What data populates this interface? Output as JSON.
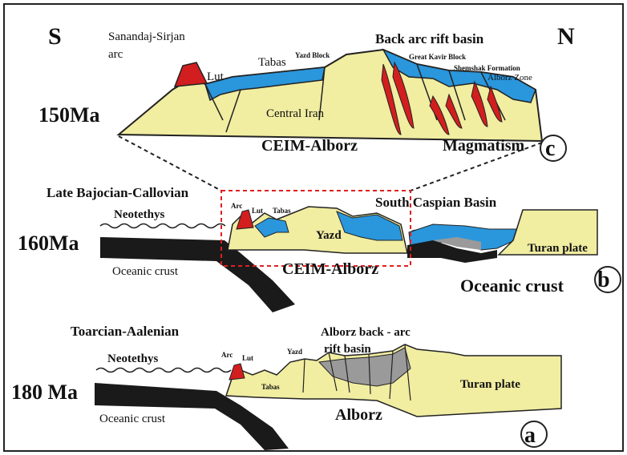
{
  "compass": {
    "south": "S",
    "north": "N"
  },
  "panel_c": {
    "age": "150Ma",
    "letter": "c",
    "labels": {
      "arc": "Sanandaj-Sirjan arc",
      "arc_line1": "Sanandaj-Sirjan",
      "arc_line2": "arc",
      "lut": "Lut",
      "tabas": "Tabas",
      "yazd": "Yazd Block",
      "back_arc": "Back arc rift basin",
      "great_kavir": "Great Kavir Block",
      "shemshak": "Shemshak Formation",
      "alborz_zone": "Alborz Zone",
      "central_iran": "Central Iran",
      "ceim": "CEIM-Alborz",
      "magmatism": "Magmatism"
    }
  },
  "panel_b": {
    "age": "160Ma",
    "letter": "b",
    "labels": {
      "period": "Late Bajocian-Callovian",
      "neotethys": "Neotethys",
      "arc": "Arc",
      "lut": "Lut",
      "tabas": "Tabas",
      "yazd": "Yazd",
      "south_caspian": "South Caspian Basin",
      "turan": "Turan plate",
      "ceim": "CEIM-Alborz",
      "oceanic_crust_left": "Oceanic crust",
      "oceanic_crust_right": "Oceanic crust"
    }
  },
  "panel_a": {
    "age": "180 Ma",
    "letter": "a",
    "labels": {
      "period": "Toarcian-Aalenian",
      "neotethys": "Neotethys",
      "arc": "Arc",
      "lut": "Lut",
      "tabas": "Tabas",
      "yazd": "Yazd",
      "back_arc_line1": "Alborz back - arc",
      "back_arc_line2": "rift basin",
      "turan": "Turan plate",
      "alborz": "Alborz",
      "oceanic_crust": "Oceanic crust"
    }
  },
  "colors": {
    "crust": "#f1eda1",
    "basin": "#2a96dc",
    "arc": "#d21e1e",
    "slab": "#1a1a1a",
    "sediment": "#9a9a9a",
    "zoom_box": "#e02020"
  }
}
